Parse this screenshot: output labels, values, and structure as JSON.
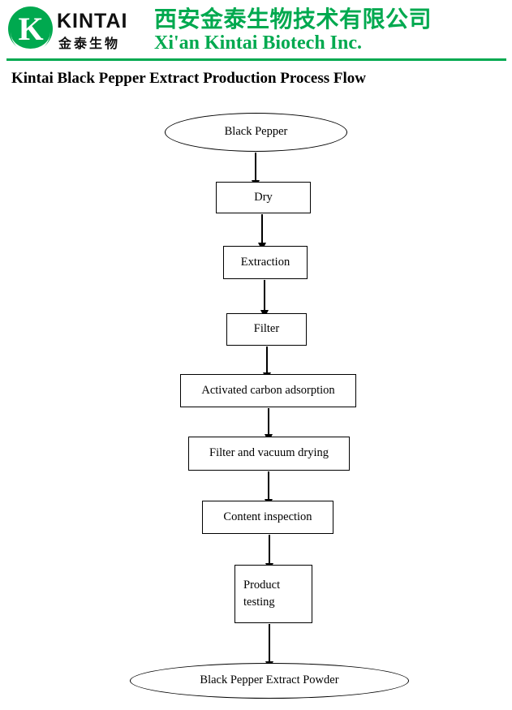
{
  "header": {
    "logo": {
      "letter": "K",
      "brand_en": "KINTAI",
      "brand_cn": "金泰生物",
      "circle_color": "#00a94f"
    },
    "company_cn": "西安金泰生物技术有限公司",
    "company_en": "Xi'an Kintai Biotech Inc.",
    "accent_color": "#00a94f"
  },
  "title": "Kintai Black Pepper Extract Production Process Flow",
  "chart_data": {
    "type": "flowchart",
    "title": "Kintai Black Pepper Extract Production Process Flow",
    "orientation": "top-to-bottom",
    "nodes": [
      {
        "id": "n1",
        "label": "Black Pepper",
        "shape": "ellipse"
      },
      {
        "id": "n2",
        "label": "Dry",
        "shape": "rect"
      },
      {
        "id": "n3",
        "label": "Extraction",
        "shape": "rect"
      },
      {
        "id": "n4",
        "label": "Filter",
        "shape": "rect"
      },
      {
        "id": "n5",
        "label": "Activated carbon adsorption",
        "shape": "rect"
      },
      {
        "id": "n6",
        "label": "Filter and vacuum drying",
        "shape": "rect"
      },
      {
        "id": "n7",
        "label": "Content inspection",
        "shape": "rect"
      },
      {
        "id": "n8",
        "label": "Product\ntesting",
        "shape": "rect"
      },
      {
        "id": "n9",
        "label": "Black Pepper Extract Powder",
        "shape": "ellipse"
      }
    ],
    "edges": [
      {
        "from": "n1",
        "to": "n2"
      },
      {
        "from": "n2",
        "to": "n3"
      },
      {
        "from": "n3",
        "to": "n4"
      },
      {
        "from": "n4",
        "to": "n5"
      },
      {
        "from": "n5",
        "to": "n6"
      },
      {
        "from": "n6",
        "to": "n7"
      },
      {
        "from": "n7",
        "to": "n8"
      },
      {
        "from": "n8",
        "to": "n9"
      }
    ]
  }
}
